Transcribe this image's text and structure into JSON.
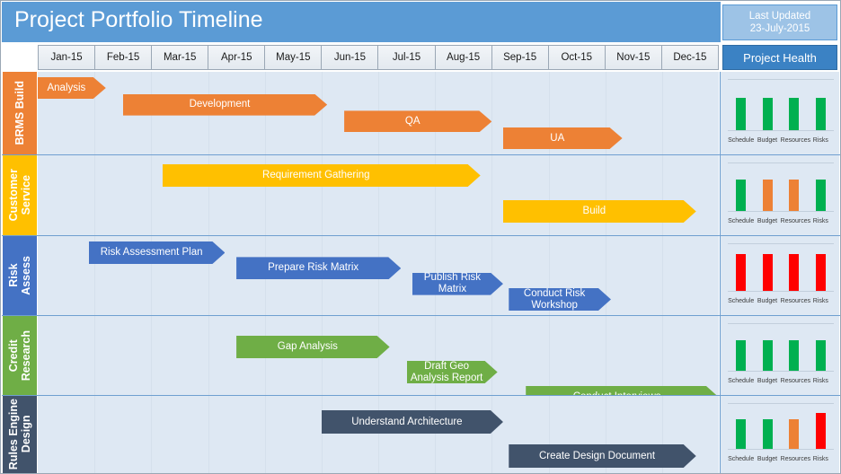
{
  "header": {
    "title": "Project Portfolio Timeline",
    "last_updated_label": "Last Updated",
    "last_updated_value": "23-July-2015",
    "health_column_title": "Project Health"
  },
  "timeline": {
    "months": [
      "Jan-15",
      "Feb-15",
      "Mar-15",
      "Apr-15",
      "May-15",
      "Jun-15",
      "Jul-15",
      "Aug-15",
      "Sep-15",
      "Oct-15",
      "Nov-15",
      "Dec-15"
    ]
  },
  "colors": {
    "title_bar": "#5B9BD5",
    "last_updated_bg": "#9DC3E6",
    "health_header_bg": "#3B82C4",
    "lane_bg": "#DEE8F3",
    "orange": "#ED8135",
    "yellow": "#FFC000",
    "blue": "#4472C4",
    "green": "#6FAE46",
    "slate": "#41536B",
    "status_green": "#00B050",
    "status_orange": "#ED8135",
    "status_red": "#FF0000"
  },
  "health_metrics": [
    "Schedule",
    "Budget",
    "Resources",
    "Risks"
  ],
  "chart_data": {
    "type": "bar",
    "title": "Project Portfolio Timeline",
    "xlabel": "",
    "ylabel": "",
    "categories": [
      "Jan-15",
      "Feb-15",
      "Mar-15",
      "Apr-15",
      "May-15",
      "Jun-15",
      "Jul-15",
      "Aug-15",
      "Sep-15",
      "Oct-15",
      "Nov-15",
      "Dec-15"
    ],
    "lanes": [
      {
        "name": "BRMS Build",
        "color": "#ED8135",
        "tasks": [
          {
            "label": "Analysis",
            "start_month": 1,
            "end_month": 2.2
          },
          {
            "label": "Development",
            "start_month": 2.5,
            "end_month": 6.1
          },
          {
            "label": "QA",
            "start_month": 6.4,
            "end_month": 9.0
          },
          {
            "label": "UA",
            "start_month": 9.2,
            "end_month": 11.3
          }
        ],
        "health": {
          "Schedule": "green",
          "Budget": "green",
          "Resources": "green",
          "Risks": "green"
        }
      },
      {
        "name": "Customer Service",
        "color": "#FFC000",
        "tasks": [
          {
            "label": "Requirement Gathering",
            "start_month": 3.2,
            "end_month": 8.8
          },
          {
            "label": "Build",
            "start_month": 9.2,
            "end_month": 12.6
          }
        ],
        "health": {
          "Schedule": "green",
          "Budget": "orange",
          "Resources": "orange",
          "Risks": "green"
        }
      },
      {
        "name": "Risk Assess",
        "color": "#4472C4",
        "tasks": [
          {
            "label": "Risk Assessment Plan",
            "start_month": 1.9,
            "end_month": 4.3
          },
          {
            "label": "Prepare Risk Matrix",
            "start_month": 4.5,
            "end_month": 7.4
          },
          {
            "label": "Publish Risk Matrix",
            "start_month": 7.6,
            "end_month": 9.2
          },
          {
            "label": "Conduct Risk Workshop",
            "start_month": 9.3,
            "end_month": 11.1
          }
        ],
        "health": {
          "Schedule": "red",
          "Budget": "red",
          "Resources": "red",
          "Risks": "red"
        }
      },
      {
        "name": "Credit Research",
        "color": "#6FAE46",
        "tasks": [
          {
            "label": "Gap Analysis",
            "start_month": 4.5,
            "end_month": 7.2
          },
          {
            "label": "Draft Geo Analysis Report",
            "start_month": 7.5,
            "end_month": 9.1
          },
          {
            "label": "Conduct Interviews",
            "start_month": 9.6,
            "end_month": 13.0
          }
        ],
        "health": {
          "Schedule": "green",
          "Budget": "green",
          "Resources": "green",
          "Risks": "green"
        }
      },
      {
        "name": "Rules Engine Design",
        "color": "#41536B",
        "tasks": [
          {
            "label": "Understand Architecture",
            "start_month": 6.0,
            "end_month": 9.2
          },
          {
            "label": "Create Design Document",
            "start_month": 9.3,
            "end_month": 12.6
          }
        ],
        "health": {
          "Schedule": "green",
          "Budget": "green",
          "Resources": "orange",
          "Risks": "red"
        }
      }
    ]
  }
}
